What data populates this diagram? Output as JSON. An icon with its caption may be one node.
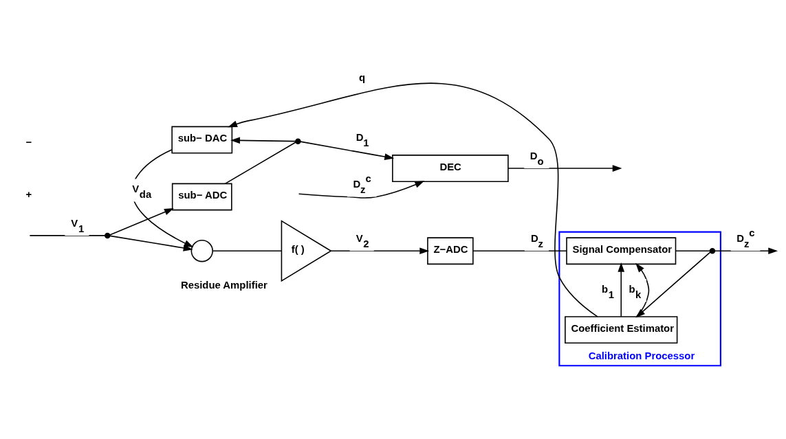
{
  "diagram": {
    "nodes": [
      {
        "text": [],
        "shape": "dot"
      },
      {
        "text": [],
        "shape": "circle"
      },
      {
        "text": [
          "f( )"
        ],
        "beside": [
          "Residue Amplifier"
        ]
      },
      {
        "text": [
          "Z−ADC"
        ]
      },
      {
        "text": [
          "Calibration Processor"
        ]
      },
      {
        "text": [
          "Signal Compensator"
        ],
        "in": 4
      },
      {
        "text": [
          "Coefficient Estimator"
        ],
        "in": 4
      },
      {
        "text": [],
        "shape": "dot",
        "in": 4
      },
      {
        "text": [
          "sub− ADC"
        ]
      },
      {
        "text": [
          "sub− DAC"
        ]
      },
      {
        "text": [],
        "shape": "dot"
      },
      {
        "text": [
          "DEC"
        ]
      }
    ],
    "edges": [
      {
        "from": null,
        "to": 0,
        "arrow": "none",
        "label": "V$_{1}$"
      },
      {
        "from": 0,
        "to": 1,
        "arrow": "to"
      },
      {
        "from": 0,
        "to": 8,
        "arrow": "to"
      },
      {
        "from": 1,
        "to": 2,
        "arrow": "none"
      },
      {
        "from": 2,
        "to": 3,
        "arrow": "to",
        "label": "V$_{2}$"
      },
      {
        "from": 3,
        "to": 5,
        "arrow": "none",
        "label": "D$_{z}$"
      },
      {
        "from": 5,
        "to": 7,
        "arrow": "none"
      },
      {
        "from": 7,
        "to": null,
        "arrow": "to",
        "label": "D$_{z}$$^{c}$"
      },
      {
        "from": 7,
        "to": 6,
        "arrow": "to"
      },
      {
        "from": 6,
        "to": 5,
        "arrow": "to",
        "label": "b$_{1}$"
      },
      {
        "from": 6,
        "to": 5,
        "arrow": "to",
        "label": "b$_{k}$"
      },
      {
        "from": 6,
        "to": 9,
        "arrow": "to",
        "label": "q"
      },
      {
        "from": 9,
        "to": 1,
        "arrow": "to",
        "label": "V$_{da}$"
      },
      {
        "from": 8,
        "to": 10,
        "arrow": "none"
      },
      {
        "from": 10,
        "to": 9,
        "arrow": "to"
      },
      {
        "from": 10,
        "to": 11,
        "arrow": "to",
        "label": "D$_{1}$"
      },
      {
        "from": null,
        "to": 11,
        "arrow": "to",
        "label": "D$_{z}$$^{c}$"
      },
      {
        "from": 11,
        "to": null,
        "arrow": "to",
        "label": "D$_{o}$"
      }
    ],
    "labels": [
      "+",
      "−"
    ]
  }
}
